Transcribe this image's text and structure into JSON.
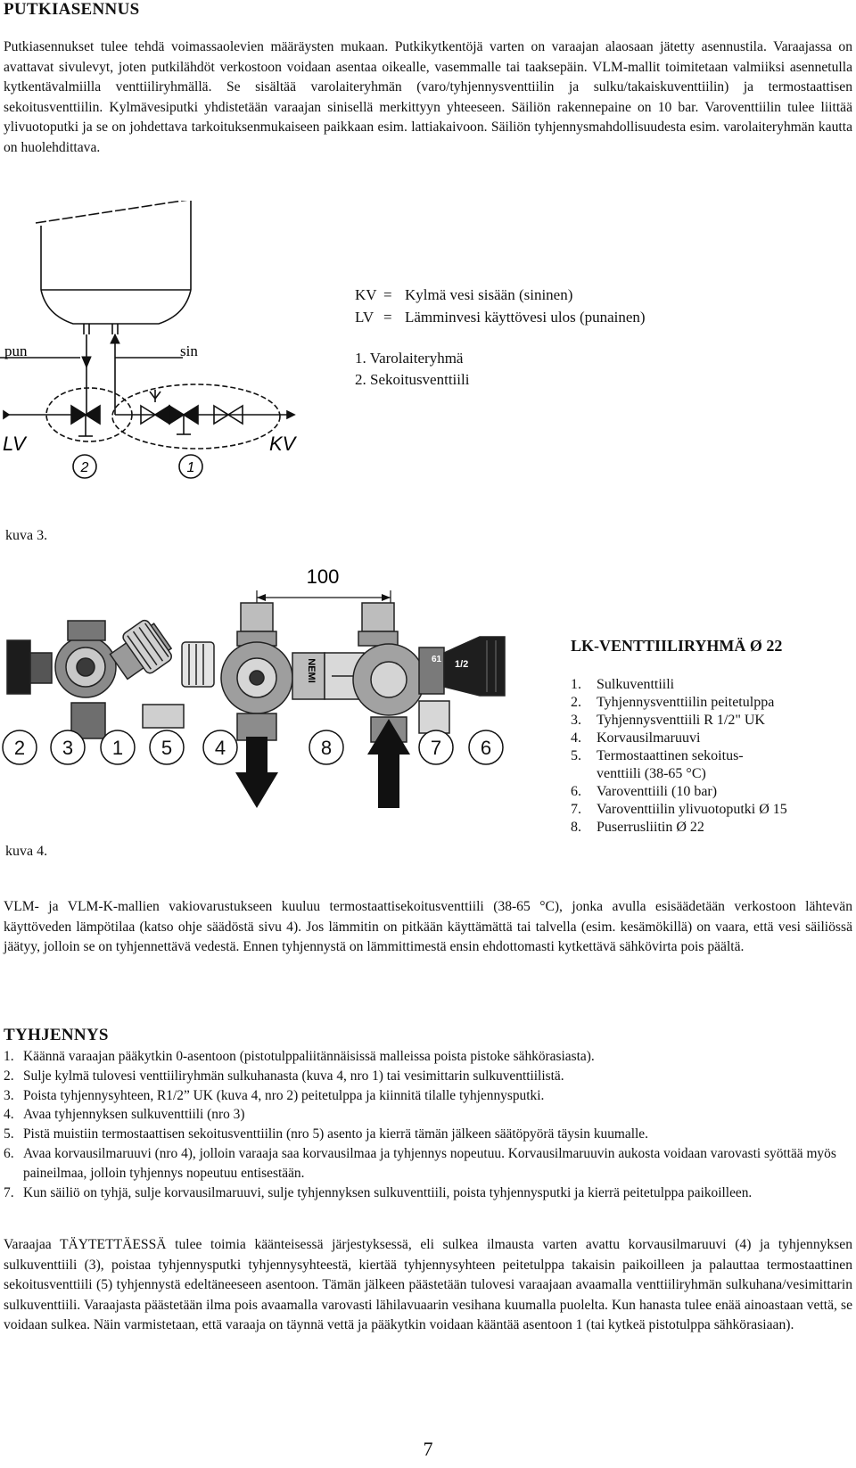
{
  "section1": {
    "title": "PUTKIASENNUS",
    "paragraph": "Putkiasennukset tulee tehdä voimassaolevien määräysten mukaan. Putkikytkentöjä varten on varaajan alaosaan jätetty asennustila. Varaajassa on avattavat sivulevyt, joten putkilähdöt verkostoon voidaan asentaa oikealle, vasemmalle tai taaksepäin. VLM-mallit toimitetaan valmiiksi asennetulla kytkentävalmiilla venttiiliryhmällä. Se sisältää varolaiteryhmän (varo/tyhjennysventtiilin ja sulku/takaiskuventtiilin) ja termostaattisen sekoitusventtiilin. Kylmävesiputki yhdistetään varaajan sinisellä merkittyyn yhteeseen. Säiliön rakennepaine on 10 bar. Varoventtiilin tulee liittää ylivuotoputki ja se on johdettava tarkoituksenmukaiseen paikkaan esim. lattiakaivoon. Säiliön tyhjennysmahdollisuudesta esim. varolaiteryhmän kautta on huolehdittava."
  },
  "figure3": {
    "label_pun": "pun",
    "label_sin": "sin",
    "label_lv": "LV",
    "label_kv": "KV",
    "circle_2": "2",
    "circle_1": "1",
    "legend": [
      {
        "abbr": "KV",
        "eq": "=",
        "text": "Kylmä vesi sisään (sininen)"
      },
      {
        "abbr": "LV",
        "eq": "=",
        "text": "Lämminvesi käyttövesi ulos (punainen)"
      }
    ],
    "items": [
      "1. Varolaiteryhmä",
      "2. Sekoitusventtiili"
    ],
    "caption": "kuva 3."
  },
  "figure4": {
    "dimension": "100",
    "badge_numbers": [
      "2",
      "3",
      "1",
      "5",
      "4",
      "8",
      "7",
      "6"
    ],
    "valve_marks": {
      "pack": "NEMI",
      "size": "1/2",
      "rating": "61"
    },
    "title": "LK-VENTTIILIRYHMÄ Ø 22",
    "parts": [
      {
        "n": "1.",
        "text": "Sulkuventtiili"
      },
      {
        "n": "2.",
        "text": "Tyhjennysventtiilin peitetulppa"
      },
      {
        "n": "3.",
        "text": "Tyhjennysventtiili R 1/2\" UK"
      },
      {
        "n": "4.",
        "text": "Korvausilmaruuvi"
      },
      {
        "n": "5.",
        "text": "Termostaattinen sekoitus-"
      },
      {
        "n": "",
        "text": "venttiili (38-65 °C)"
      },
      {
        "n": "6.",
        "text": "Varoventtiili (10 bar)"
      },
      {
        "n": "7.",
        "text": "Varoventtiilin ylivuotoputki Ø 15"
      },
      {
        "n": "8.",
        "text": "Puserrusliitin Ø 22"
      }
    ],
    "caption": "kuva 4."
  },
  "paragraph2": "VLM- ja VLM-K-mallien vakiovarustukseen kuuluu termostaattisekoitusventtiili (38-65 °C), jonka avulla esisäädetään verkostoon lähtevän käyttöveden lämpötilaa (katso ohje säädöstä sivu 4). Jos lämmitin on pitkään käyttämättä tai talvella (esim. kesämökillä) on vaara, että vesi säiliössä jäätyy, jolloin se on tyhjennettävä vedestä. Ennen tyhjennystä on lämmittimestä ensin ehdottomasti kytkettävä sähkövirta pois päältä.",
  "section2": {
    "title": "TYHJENNYS",
    "steps": [
      {
        "n": "1.",
        "text": "Käännä varaajan pääkytkin 0-asentoon (pistotulppaliitännäisissä malleissa poista pistoke sähkörasiasta)."
      },
      {
        "n": "2.",
        "text": "Sulje kylmä tulovesi venttiiliryhmän sulkuhanasta (kuva 4, nro 1) tai vesimittarin sulkuventtiilistä."
      },
      {
        "n": "3.",
        "text": "Poista tyhjennysyhteen, R1/2” UK (kuva 4, nro 2) peitetulppa ja kiinnitä tilalle tyhjennysputki."
      },
      {
        "n": "4.",
        "text": "Avaa tyhjennyksen sulkuventtiili (nro 3)"
      },
      {
        "n": "5.",
        "text": "Pistä muistiin termostaattisen sekoitusventtiilin (nro 5) asento ja kierrä tämän jälkeen säätöpyörä täysin kuumalle."
      },
      {
        "n": "6.",
        "text": "Avaa korvausilmaruuvi (nro 4), jolloin varaaja saa korvausilmaa ja tyhjennys nopeutuu. Korvausilmaruuvin aukosta voidaan varovasti syöttää myös paineilmaa, jolloin tyhjennys nopeutuu entisestään."
      },
      {
        "n": "7.",
        "text": "Kun säiliö on tyhjä, sulje korvausilmaruuvi, sulje tyhjennyksen sulkuventtiili, poista tyhjennysputki ja kierrä peitetulppa paikoilleen."
      }
    ]
  },
  "paragraph3": "Varaajaa TÄYTETTÄESSÄ tulee toimia käänteisessä järjestyksessä, eli sulkea ilmausta varten avattu korvausilmaruuvi (4) ja tyhjennyksen sulkuventtiili (3), poistaa tyhjennysputki tyhjennysyhteestä, kiertää tyhjennysyhteen peitetulppa takaisin paikoilleen ja palauttaa termostaattinen sekoitusventtiili (5) tyhjennystä edeltäneeseen asentoon. Tämän jälkeen päästetään tulovesi varaajaan avaamalla venttiiliryhmän sulkuhana/vesimittarin sulkuventtiili. Varaajasta päästetään ilma pois avaamalla varovasti lähilavuaarin vesihana kuumalla puolelta. Kun hanasta tulee enää ainoastaan vettä, se voidaan sulkea. Näin varmistetaan, että varaaja on täynnä vettä ja pääkytkin voidaan kääntää asentoon 1 (tai kytkeä pistotulppa sähkörasiaan).",
  "page_number": "7"
}
